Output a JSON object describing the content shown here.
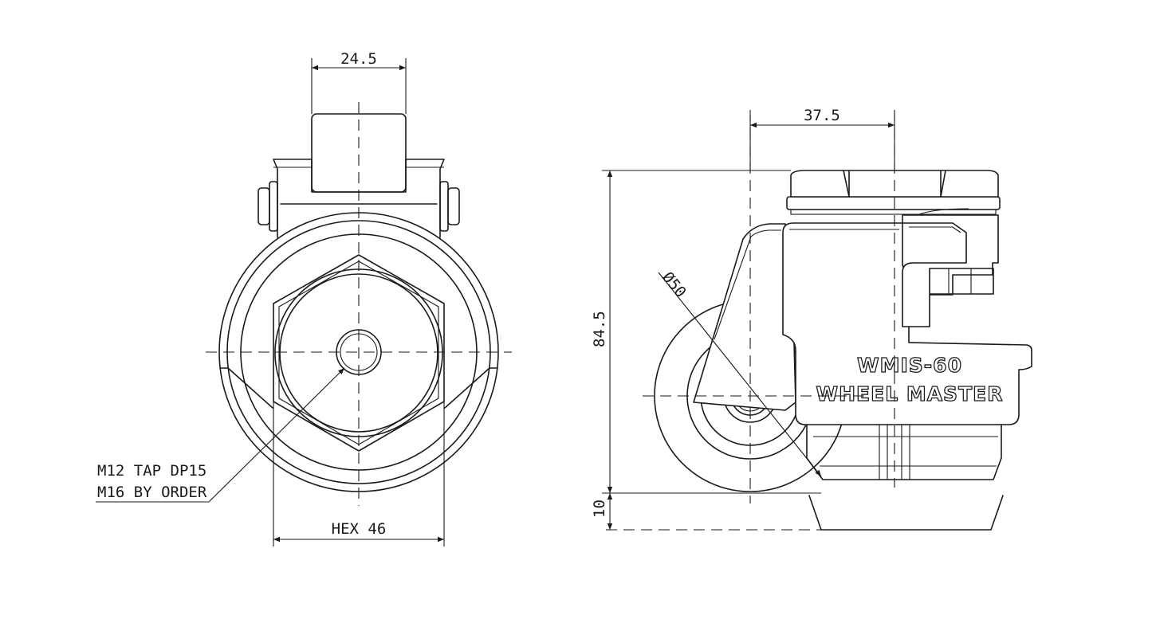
{
  "front_view": {
    "dim_top": "24.5",
    "dim_bottom": "HEX 46",
    "note_line1": "M12 TAP DP15",
    "note_line2": "M16 BY ORDER"
  },
  "side_view": {
    "dim_top": "37.5",
    "dim_height": "84.5",
    "dim_clearance": "10",
    "dim_wheel_diameter": "Ø50",
    "brand_model": "WMIS-60",
    "brand_name": "WHEEL MASTER"
  }
}
